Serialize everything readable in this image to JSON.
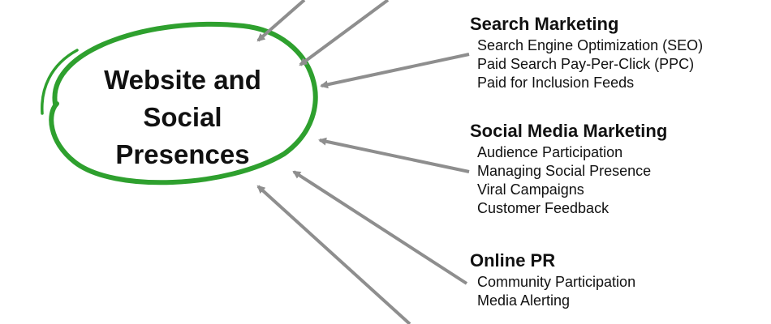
{
  "hub": {
    "title_lines": [
      "Website and",
      "Social",
      "Presences"
    ]
  },
  "groups": [
    {
      "heading": "Search Marketing",
      "items": [
        "Search Engine Optimization (SEO)",
        "Paid Search Pay-Per-Click (PPC)",
        "Paid for Inclusion Feeds"
      ]
    },
    {
      "heading": "Social Media Marketing",
      "items": [
        "Audience Participation",
        "Managing Social Presence",
        "Viral Campaigns",
        "Customer Feedback"
      ]
    },
    {
      "heading": "Online PR",
      "items": [
        "Community Participation",
        "Media Alerting"
      ]
    }
  ],
  "colors": {
    "ring": "#2ea02e",
    "arrow": "#8e8e8e",
    "text": "#111111"
  }
}
